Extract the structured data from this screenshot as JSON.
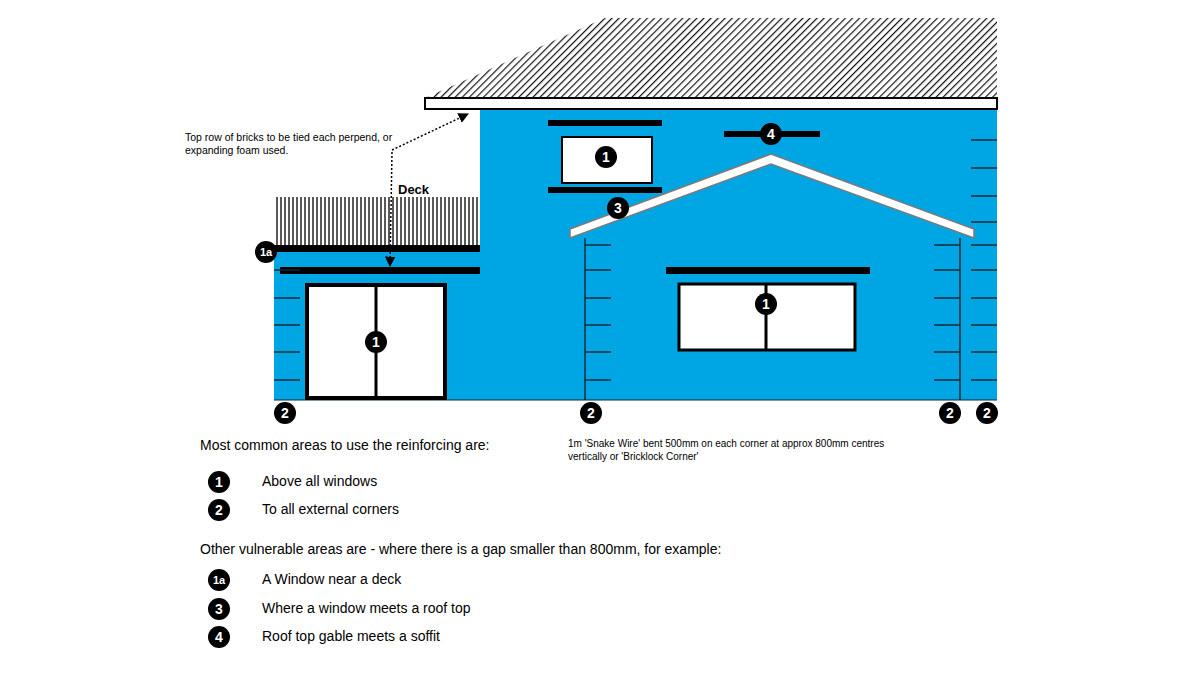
{
  "diagram": {
    "labels": [
      "Top row of bricks to be tied each perpend, or expanding foam used.",
      "Deck",
      "1",
      "4",
      "3",
      "1a",
      "1",
      "1",
      "2",
      "2",
      "2",
      "2",
      "Most common areas to use the reinforcing are:",
      "1m 'Snake Wire' bent 500mm on each corner at approx 800mm centres vertically or 'Bricklock Corner'",
      "1",
      "Above all windows",
      "2",
      "To all external corners",
      "Other vulnerable areas are - where there is a gap smaller than 800mm, for example:",
      "1a",
      "A Window near a deck",
      "3",
      "Where a window meets a roof top",
      "4",
      "Roof top gable meets a soffit"
    ]
  }
}
